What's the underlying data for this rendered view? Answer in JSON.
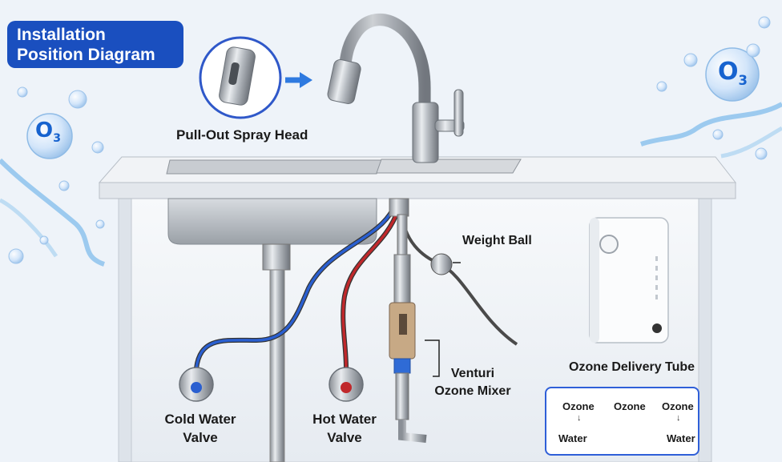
{
  "title": {
    "line1": "Installation",
    "line2": "Position Diagram"
  },
  "labels": {
    "spray_head": "Pull-Out Spray Head",
    "weight_ball": "Weight Ball",
    "venturi_line1": "Venturi",
    "venturi_line2": "Ozone Mixer",
    "ozone_tube": "Ozone Delivery Tube",
    "cold_line1": "Cold Water",
    "cold_line2": "Valve",
    "hot_line1": "Hot Water",
    "hot_line2": "Valve"
  },
  "o3_badge": {
    "letter": "O",
    "sub": "3"
  },
  "legend": {
    "ozone_left": "Ozone",
    "ozone_center": "Ozone",
    "ozone_right": "Ozone",
    "water_left": "Water",
    "water_right": "Water"
  },
  "colors": {
    "title_bg": "#1a4fbf",
    "cold_hose": "#2a5fd0",
    "hot_hose": "#c0282b",
    "ozone_tube": "#555555",
    "legend_border": "#2f5fd8"
  }
}
